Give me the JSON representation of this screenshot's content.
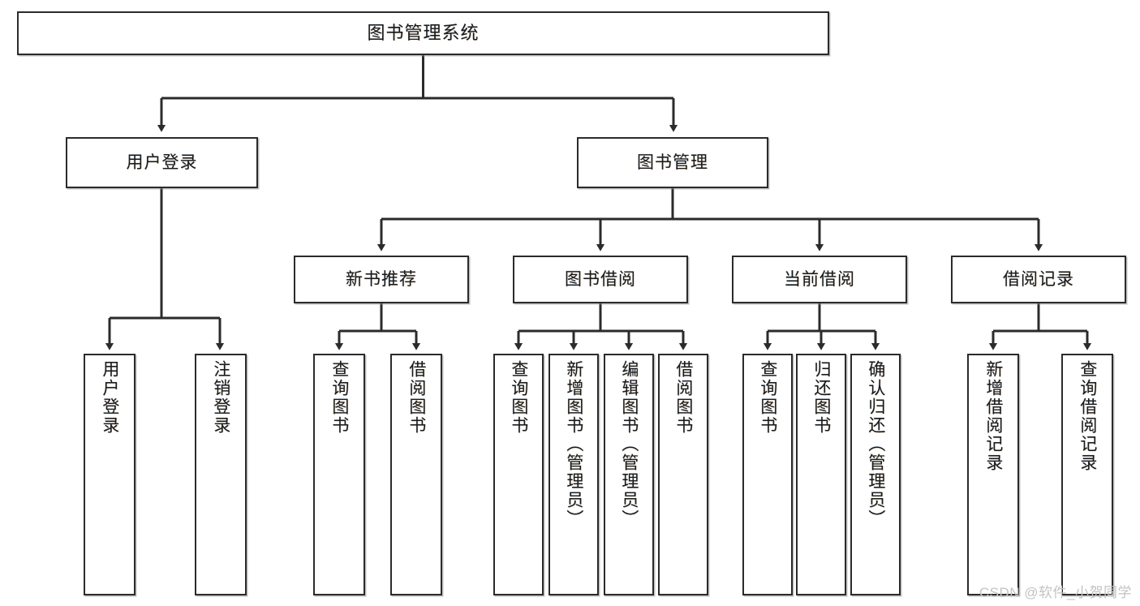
{
  "diagram": {
    "type": "tree-hierarchy",
    "title": "图书管理系统",
    "levels": 4,
    "root": {
      "label": "图书管理系统"
    },
    "level2": [
      {
        "label": "用户登录"
      },
      {
        "label": "图书管理"
      }
    ],
    "level3": [
      {
        "label": "新书推荐",
        "parent": "图书管理"
      },
      {
        "label": "图书借阅",
        "parent": "图书管理"
      },
      {
        "label": "当前借阅",
        "parent": "图书管理"
      },
      {
        "label": "借阅记录",
        "parent": "图书管理"
      }
    ],
    "leaves": [
      {
        "label": "用户登录",
        "parent": "用户登录"
      },
      {
        "label": "注销登录",
        "parent": "用户登录"
      },
      {
        "label": "查询图书",
        "parent": "新书推荐"
      },
      {
        "label": "借阅图书",
        "parent": "新书推荐"
      },
      {
        "label": "查询图书",
        "parent": "图书借阅"
      },
      {
        "label": "新增图书（管理员）",
        "parent": "图书借阅"
      },
      {
        "label": "编辑图书（管理员）",
        "parent": "图书借阅"
      },
      {
        "label": "借阅图书",
        "parent": "图书借阅"
      },
      {
        "label": "查询图书",
        "parent": "当前借阅"
      },
      {
        "label": "归还图书",
        "parent": "当前借阅"
      },
      {
        "label": "确认归还（管理员）",
        "parent": "当前借阅"
      },
      {
        "label": "新增借阅记录",
        "parent": "借阅记录"
      },
      {
        "label": "查询借阅记录",
        "parent": "借阅记录"
      }
    ],
    "colors": {
      "box_border": "#2b2b2b",
      "box_fill": "#ffffff",
      "edge": "#2b2b2b",
      "text": "#1a1a1a",
      "watermark": "#c3c3c3"
    }
  },
  "watermark": {
    "text": "CSDN @软件_小贺同学"
  }
}
